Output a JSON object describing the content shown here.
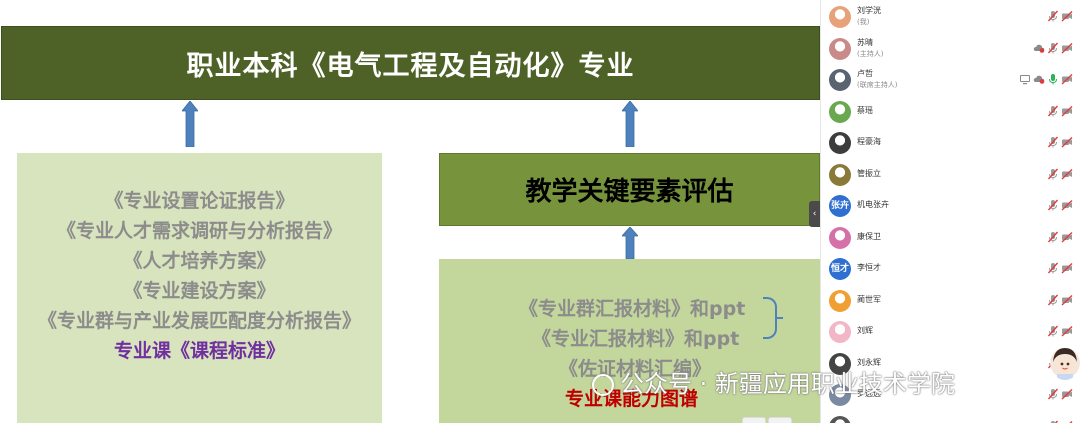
{
  "slide": {
    "title": "职业本科《电气工程及自动化》专业",
    "left_box": {
      "lines": [
        "《专业设置论证报告》",
        "《专业人才需求调研与分析报告》",
        "《人才培养方案》",
        "《专业建设方案》",
        "《专业群与产业发展匹配度分析报告》"
      ],
      "highlight": "专业课《课程标准》"
    },
    "eval_box": "教学关键要素评估",
    "right_box": {
      "line1": "《专业群汇报材料》和ppt",
      "line2": "《专业汇报材料》和ppt",
      "line3": "《佐证材料汇编》",
      "highlight": "专业课能力图谱"
    },
    "colors": {
      "banner": "#4e6228",
      "eval_box": "#77933c",
      "left_box": "#d8e4bd",
      "right_box": "#c3d69b",
      "arrow": "#4f81bd",
      "purple_text": "#7030a0",
      "red_text": "#c00000"
    }
  },
  "watermark": "公众号 · 新疆应用职业技术学院",
  "panel": {
    "collapse_icon": "chevron-left-icon",
    "participants": [
      {
        "name": "刘学洸",
        "role": "(我)",
        "avatar": "photo",
        "color": "#e8a27a",
        "icons": [
          "mic-muted-icon",
          "camera-off-icon"
        ]
      },
      {
        "name": "苏晴",
        "role": "(主持人)",
        "avatar": "photo",
        "color": "#c98a8a",
        "icons": [
          "cloud-icon",
          "mic-muted-icon",
          "camera-off-icon"
        ]
      },
      {
        "name": "卢哲",
        "role": "(联席主持人)",
        "avatar": "photo",
        "color": "#5a6470",
        "icons": [
          "screen-share-icon",
          "cloud-icon",
          "mic-on-icon",
          "camera-off-icon"
        ]
      },
      {
        "name": "蔡瑶",
        "avatar": "photo",
        "color": "#6aa84f",
        "icons": [
          "mic-muted-icon",
          "camera-off-icon"
        ]
      },
      {
        "name": "程豪海",
        "avatar": "photo",
        "color": "#3d3d3d",
        "icons": [
          "mic-muted-icon",
          "camera-off-icon"
        ]
      },
      {
        "name": "管振立",
        "avatar": "photo",
        "color": "#8a7a3a",
        "icons": [
          "mic-muted-icon",
          "camera-off-icon"
        ]
      },
      {
        "name": "机电张卉",
        "avatar": "张卉",
        "color": "#2f6fd1",
        "icons": [
          "mic-muted-icon",
          "camera-off-icon"
        ]
      },
      {
        "name": "康保卫",
        "avatar": "photo",
        "color": "#d670a8",
        "icons": [
          "mic-muted-icon",
          "camera-off-icon"
        ]
      },
      {
        "name": "李恒才",
        "avatar": "恒才",
        "color": "#2f6fd1",
        "icons": [
          "mic-muted-icon",
          "camera-off-icon"
        ]
      },
      {
        "name": "蔺世军",
        "avatar": "photo",
        "color": "#f0a030",
        "icons": [
          "mic-muted-icon",
          "camera-off-icon"
        ]
      },
      {
        "name": "刘辉",
        "avatar": "photo",
        "color": "#f3b6c8",
        "icons": [
          "mic-muted-icon",
          "camera-off-icon"
        ]
      },
      {
        "name": "刘永辉",
        "avatar": "photo",
        "color": "#444444",
        "icons": [
          "mic-muted-icon",
          "camera-off-icon"
        ]
      },
      {
        "name": "罗远远",
        "avatar": "photo",
        "color": "#7a8aa0",
        "icons": [
          "mic-muted-icon",
          "camera-off-icon"
        ]
      },
      {
        "name": "",
        "avatar": "photo",
        "color": "#555555",
        "icons": [
          "mic-muted-icon",
          "camera-off-icon"
        ]
      }
    ]
  }
}
